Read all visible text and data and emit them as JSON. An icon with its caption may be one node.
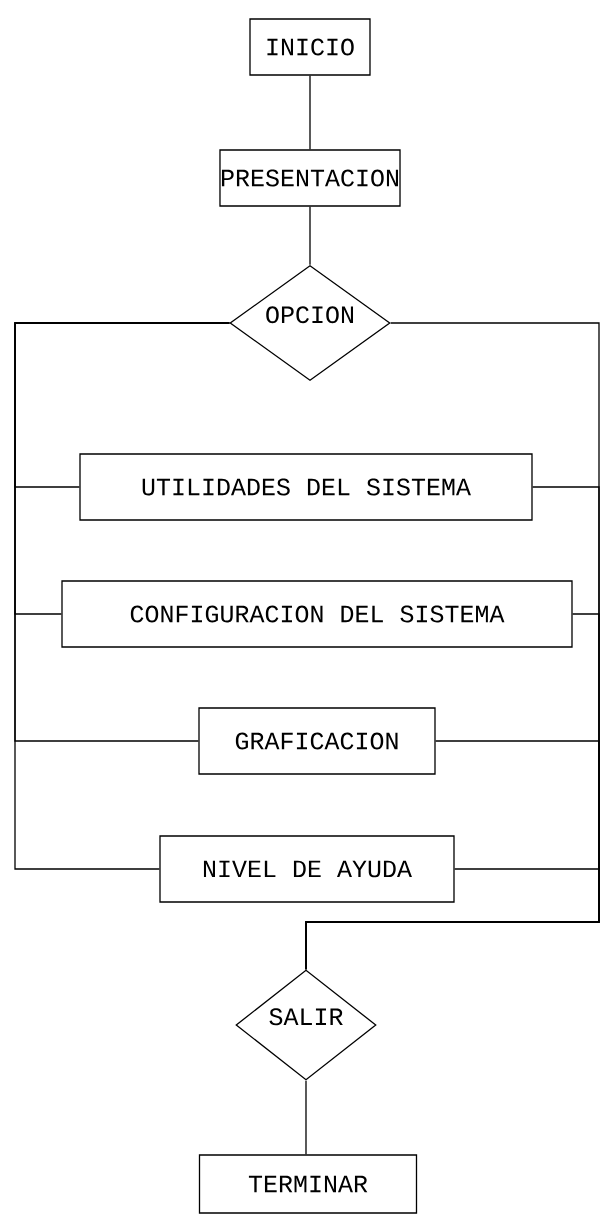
{
  "diagram": {
    "nodes": [
      {
        "text": [
          "INICIO"
        ]
      },
      {
        "text": [
          "PRESENTACION"
        ]
      },
      {
        "text": [
          "OPCION"
        ]
      },
      {
        "text": [
          "UTILIDADES DEL SISTEMA"
        ]
      },
      {
        "text": [
          "CONFIGURACION DEL SISTEMA"
        ]
      },
      {
        "text": [
          "GRAFICACION"
        ]
      },
      {
        "text": [
          "NIVEL DE AYUDA"
        ]
      },
      {
        "text": [
          "SALIR"
        ]
      },
      {
        "text": [
          "TERMINAR"
        ]
      }
    ],
    "edges": [
      {
        "from": 0,
        "to": 1,
        "arrow": "none"
      },
      {
        "from": 1,
        "to": 2,
        "arrow": "none"
      },
      {
        "from": 2,
        "to": 3,
        "arrow": "none"
      },
      {
        "from": 2,
        "to": 4,
        "arrow": "none"
      },
      {
        "from": 2,
        "to": 5,
        "arrow": "none"
      },
      {
        "from": 2,
        "to": 6,
        "arrow": "none"
      },
      {
        "from": 2,
        "to": 7,
        "arrow": "none"
      },
      {
        "from": 3,
        "to": 7,
        "arrow": "none"
      },
      {
        "from": 4,
        "to": 7,
        "arrow": "none"
      },
      {
        "from": 5,
        "to": 7,
        "arrow": "none"
      },
      {
        "from": 6,
        "to": 7,
        "arrow": "none"
      },
      {
        "from": 7,
        "to": 8,
        "arrow": "none"
      }
    ]
  }
}
